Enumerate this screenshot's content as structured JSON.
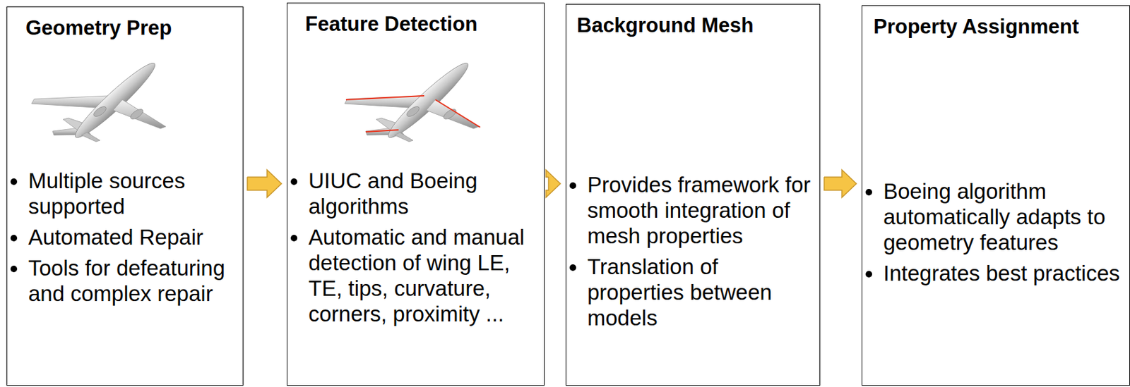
{
  "diagram": {
    "nodes": [
      {
        "text": [
          "Geometry Prep",
          "Multiple sources supported",
          "Automated Repair",
          "Tools for defeaturing and complex repair"
        ]
      },
      {
        "text": [
          "Feature Detection",
          "UIUC and Boeing algorithms",
          "Automatic and manual detection of wing LE, TE, tips, curvature, corners, proximity ..."
        ]
      },
      {
        "text": [
          "Background Mesh",
          "Provides framework for smooth integration of mesh properties",
          "Translation of properties between models"
        ]
      },
      {
        "text": [
          "Property Assignment",
          "Boeing algorithm automatically adapts to geometry features",
          "Integrates best practices"
        ]
      }
    ],
    "edges": [
      {
        "from": 0,
        "to": 1,
        "arrow": "to"
      },
      {
        "from": 1,
        "to": 2,
        "arrow": "to"
      },
      {
        "from": 2,
        "to": 3,
        "arrow": "to"
      }
    ]
  }
}
